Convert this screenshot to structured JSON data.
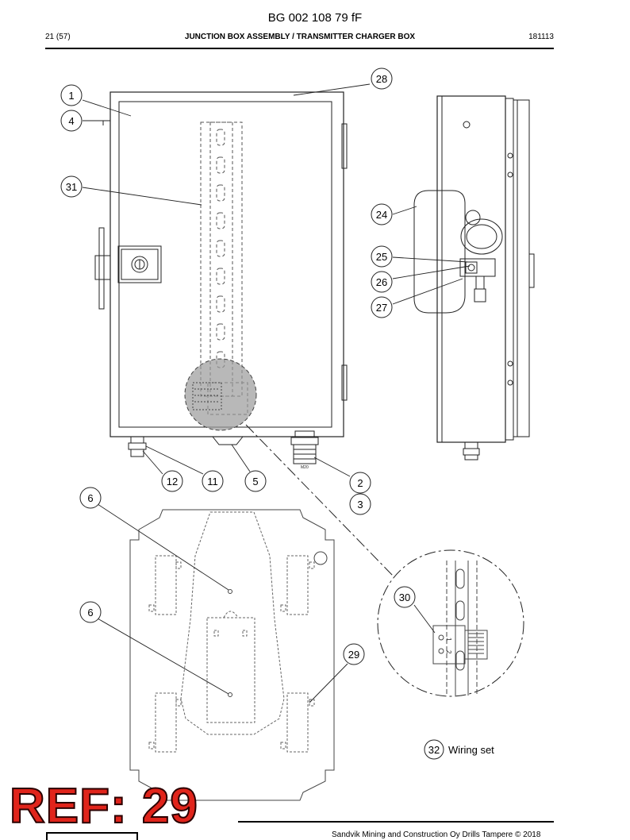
{
  "header": {
    "doc_number": "BG 002 108 79 fF",
    "page": "21 (57)",
    "title": "JUNCTION BOX ASSEMBLY / TRANSMITTER CHARGER BOX",
    "date": "181113"
  },
  "callouts": {
    "c1": "1",
    "c4": "4",
    "c28": "28",
    "c31": "31",
    "c24": "24",
    "c25": "25",
    "c26": "26",
    "c27": "27",
    "c12": "12",
    "c11": "11",
    "c5": "5",
    "c2": "2",
    "c3": "3",
    "c6a": "6",
    "c6b": "6",
    "c30": "30",
    "c29": "29",
    "c32": "32"
  },
  "legend": {
    "wiring_set": "Wiring set"
  },
  "detail_marks": {
    "m1": "1",
    "m2": "2",
    "gland_mark": "M20"
  },
  "stamp": {
    "text": "REF: 29",
    "color": "#e0241b"
  },
  "footer": {
    "copyright": "Sandvik Mining and Construction Oy Drills Tampere © 2018"
  }
}
